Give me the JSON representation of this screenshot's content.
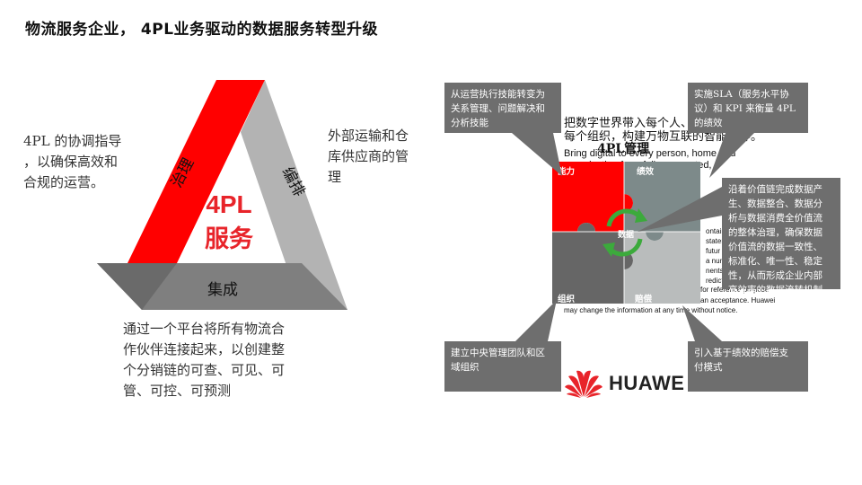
{
  "title": "物流服务企业， 4PL业务驱动的数据服务转型升级",
  "triangle": {
    "center_line1": "4PL",
    "center_line2": "服务",
    "side_left": "治理",
    "side_right": "编排",
    "side_bottom": "集成",
    "colors": {
      "red": "#ff0000",
      "gray": "#b3b3b3",
      "dark": "#7f7f7f",
      "accent": "#e8242a"
    }
  },
  "texts": {
    "left": [
      "4PL 的协调指导",
      "，以确保高效和",
      "合规的运营。"
    ],
    "right": [
      "外部运输和仓",
      "库供应商的管",
      "理"
    ],
    "bottom": [
      "通过一个平台将所有物流合",
      "作伙伴连接起来，以创建整",
      "个分销链的可查、可见、可",
      "管、可控、可预测"
    ]
  },
  "puzzle": {
    "title_overlay": "4PL管理",
    "labels": {
      "ability": "能力",
      "performance": "绩效",
      "org": "组织",
      "compensation": "赔偿",
      "data": "数据"
    },
    "colors": {
      "red": "#ff0000",
      "gray_dark": "#666666",
      "gray_mid": "#7d8a8a",
      "gray_light": "#b9bcbc",
      "green": "#3caa3c"
    }
  },
  "background_text": {
    "cn1": "把数字世界带入每个人、",
    "cn2": "每个组织，构建万物互联的智能世界。",
    "en1": "Bring digital to every person, home and",
    "en2": "organization for a fully connected,",
    "frag": [
      "ontain",
      "statem",
      "futur",
      "a nun",
      "nents",
      "redicti",
      "for reference purpose",
      "an acceptance. Huawei",
      "may change the information at any time without notice."
    ],
    "frag_top": "C"
  },
  "callouts": {
    "top_left": [
      "从运营执行技能转变为",
      "关系管理、问题解决和",
      "分析技能"
    ],
    "top_right": [
      "实施SLA（服务水平协",
      "议）和 KPI 来衡量 4PL",
      "的绩效"
    ],
    "middle_right": [
      "沿着价值链完成数据产",
      "生、数据整合、数据分",
      "析与数据消费全价值流",
      "的整体治理，确保数据",
      "价值流的数据一致性、",
      "标准化、唯一性、稳定",
      "性，从而形成企业内部",
      "高效率的数据流转机制。"
    ],
    "bottom_left": [
      "建立中央管理团队和区",
      "域组织"
    ],
    "bottom_right": [
      "引入基于绩效的赔偿支",
      "付模式"
    ]
  },
  "brand": {
    "name": "HUAWEI",
    "visible": "HUAWE",
    "color": "#e8242a"
  }
}
